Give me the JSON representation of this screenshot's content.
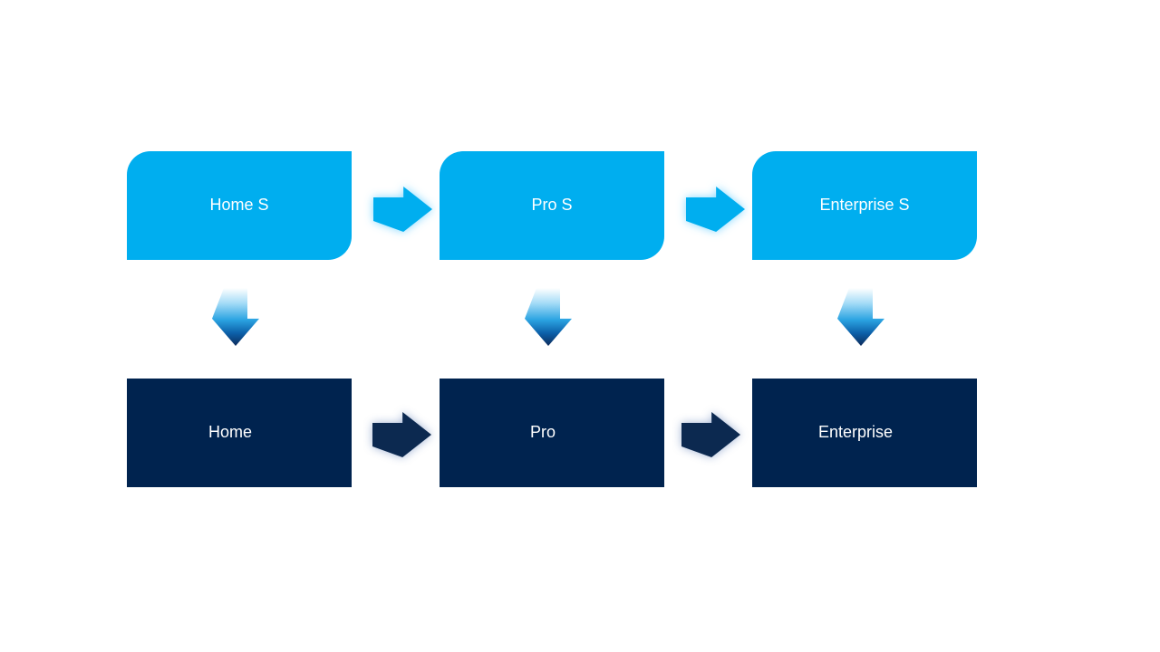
{
  "diagram": {
    "colors": {
      "background": "#FFFFFF",
      "accent_blue": "#00AEEF",
      "dark_navy": "#00234F",
      "label_text": "#FFFFFF"
    },
    "nodes": {
      "top_row": [
        {
          "id": "home-s",
          "label": "Home S"
        },
        {
          "id": "pro-s",
          "label": "Pro S"
        },
        {
          "id": "enterprise-s",
          "label": "Enterprise S"
        }
      ],
      "bottom_row": [
        {
          "id": "home",
          "label": "Home"
        },
        {
          "id": "pro",
          "label": "Pro"
        },
        {
          "id": "enterprise",
          "label": "Enterprise"
        }
      ]
    },
    "connections": {
      "horizontal_top": [
        {
          "from": "Home S",
          "to": "Pro S"
        },
        {
          "from": "Pro S",
          "to": "Enterprise S"
        }
      ],
      "horizontal_bottom": [
        {
          "from": "Home",
          "to": "Pro"
        },
        {
          "from": "Pro",
          "to": "Enterprise"
        }
      ],
      "vertical": [
        {
          "from": "Home S",
          "to": "Home"
        },
        {
          "from": "Pro S",
          "to": "Pro"
        },
        {
          "from": "Enterprise S",
          "to": "Enterprise"
        }
      ]
    }
  }
}
